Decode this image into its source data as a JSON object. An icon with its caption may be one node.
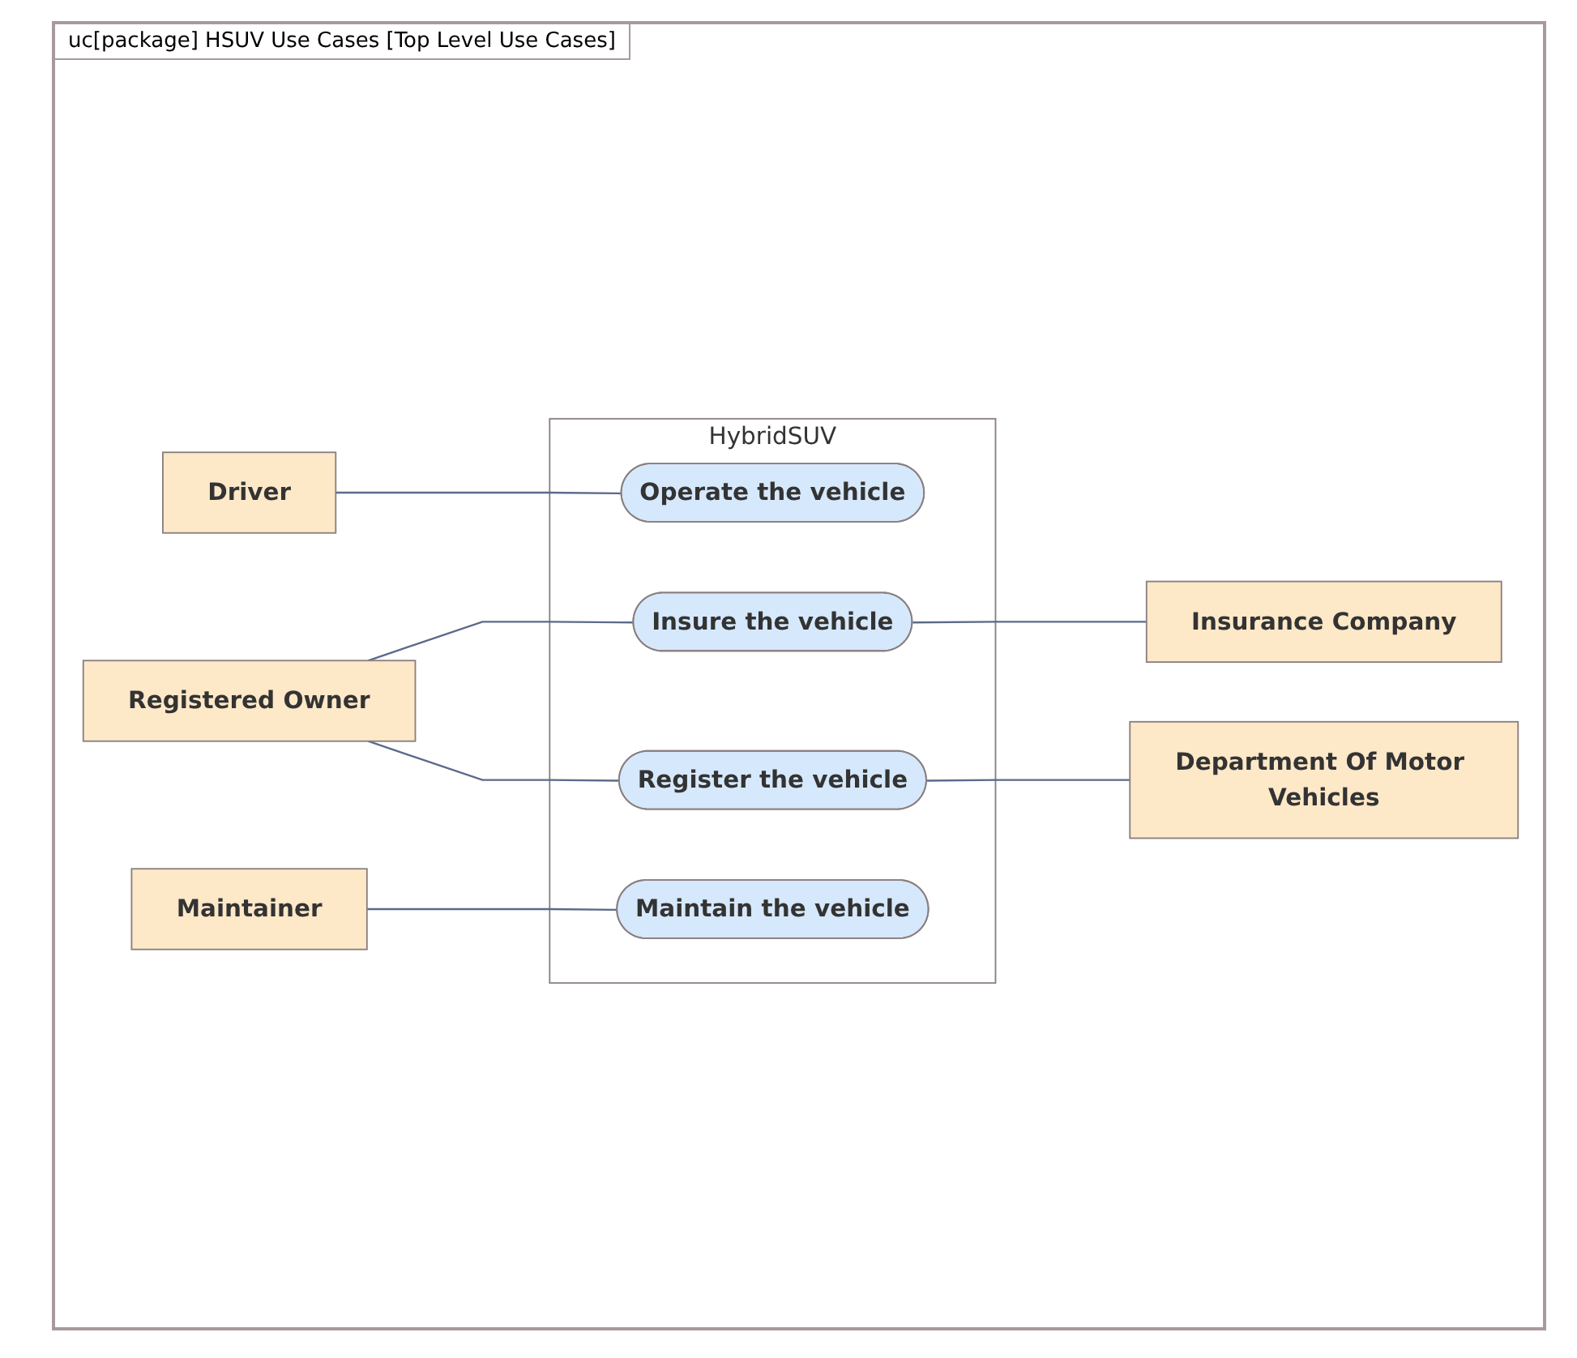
{
  "diagram": {
    "title": "uc[package] HSUV Use Cases [Top Level Use Cases]",
    "nodes": [
      {
        "text": [
          "HybridSUV"
        ]
      },
      {
        "text": [
          "Operate the vehicle"
        ],
        "in": 0
      },
      {
        "text": [
          "Insure the vehicle"
        ],
        "in": 0
      },
      {
        "text": [
          "Register the vehicle"
        ],
        "in": 0
      },
      {
        "text": [
          "Maintain the vehicle"
        ],
        "in": 0
      },
      {
        "text": [
          "Driver"
        ]
      },
      {
        "text": [
          "Registered Owner"
        ]
      },
      {
        "text": [
          "Maintainer"
        ]
      },
      {
        "text": [
          "Insurance Company"
        ]
      },
      {
        "text": [
          "Department Of Motor Vehicles"
        ]
      }
    ],
    "edges": [
      {
        "from": 5,
        "to": 1,
        "arrow": "none"
      },
      {
        "from": 6,
        "to": 2,
        "arrow": "none"
      },
      {
        "from": 6,
        "to": 3,
        "arrow": "none"
      },
      {
        "from": 7,
        "to": 4,
        "arrow": "none"
      },
      {
        "from": 2,
        "to": 8,
        "arrow": "none"
      },
      {
        "from": 3,
        "to": 9,
        "arrow": "none"
      }
    ]
  }
}
